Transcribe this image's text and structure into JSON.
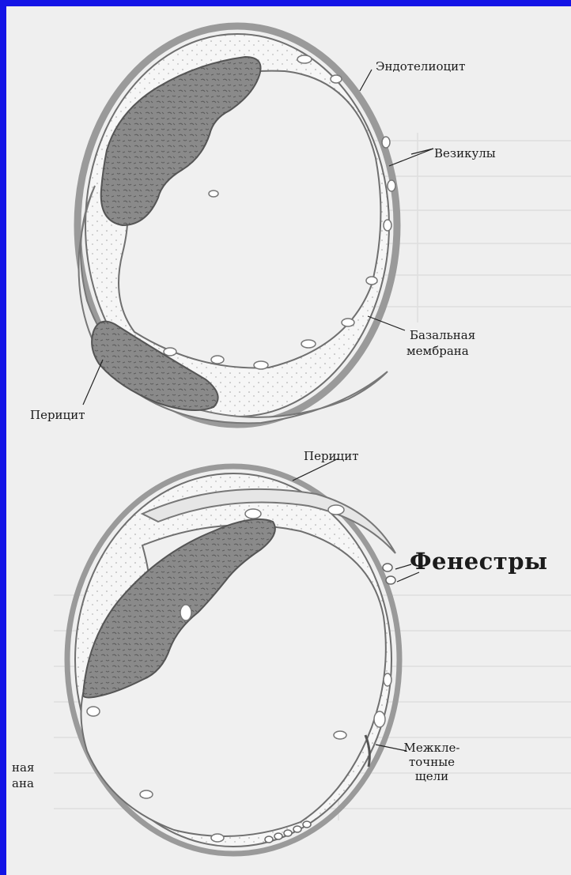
{
  "labels": {
    "endotheliocyte": "Эндотелиоцит",
    "vesicles": "Везикулы",
    "basal_membrane_line1": "Базальная",
    "basal_membrane_line2": "мембрана",
    "pericyte_top": "Перицит",
    "pericyte_bottom": "Перицит",
    "fenestrae": "Фенестры",
    "intercellular_line1": "Межкле-",
    "intercellular_line2": "точные",
    "intercellular_line3": "щели",
    "cut_off_line1": "ная",
    "cut_off_line2": "ана"
  },
  "colors": {
    "border": "#1414e6",
    "background": "#efefef",
    "membrane": "#8d8d8d",
    "nucleus": "#8a8a8a",
    "ink": "#1b1b1b"
  }
}
